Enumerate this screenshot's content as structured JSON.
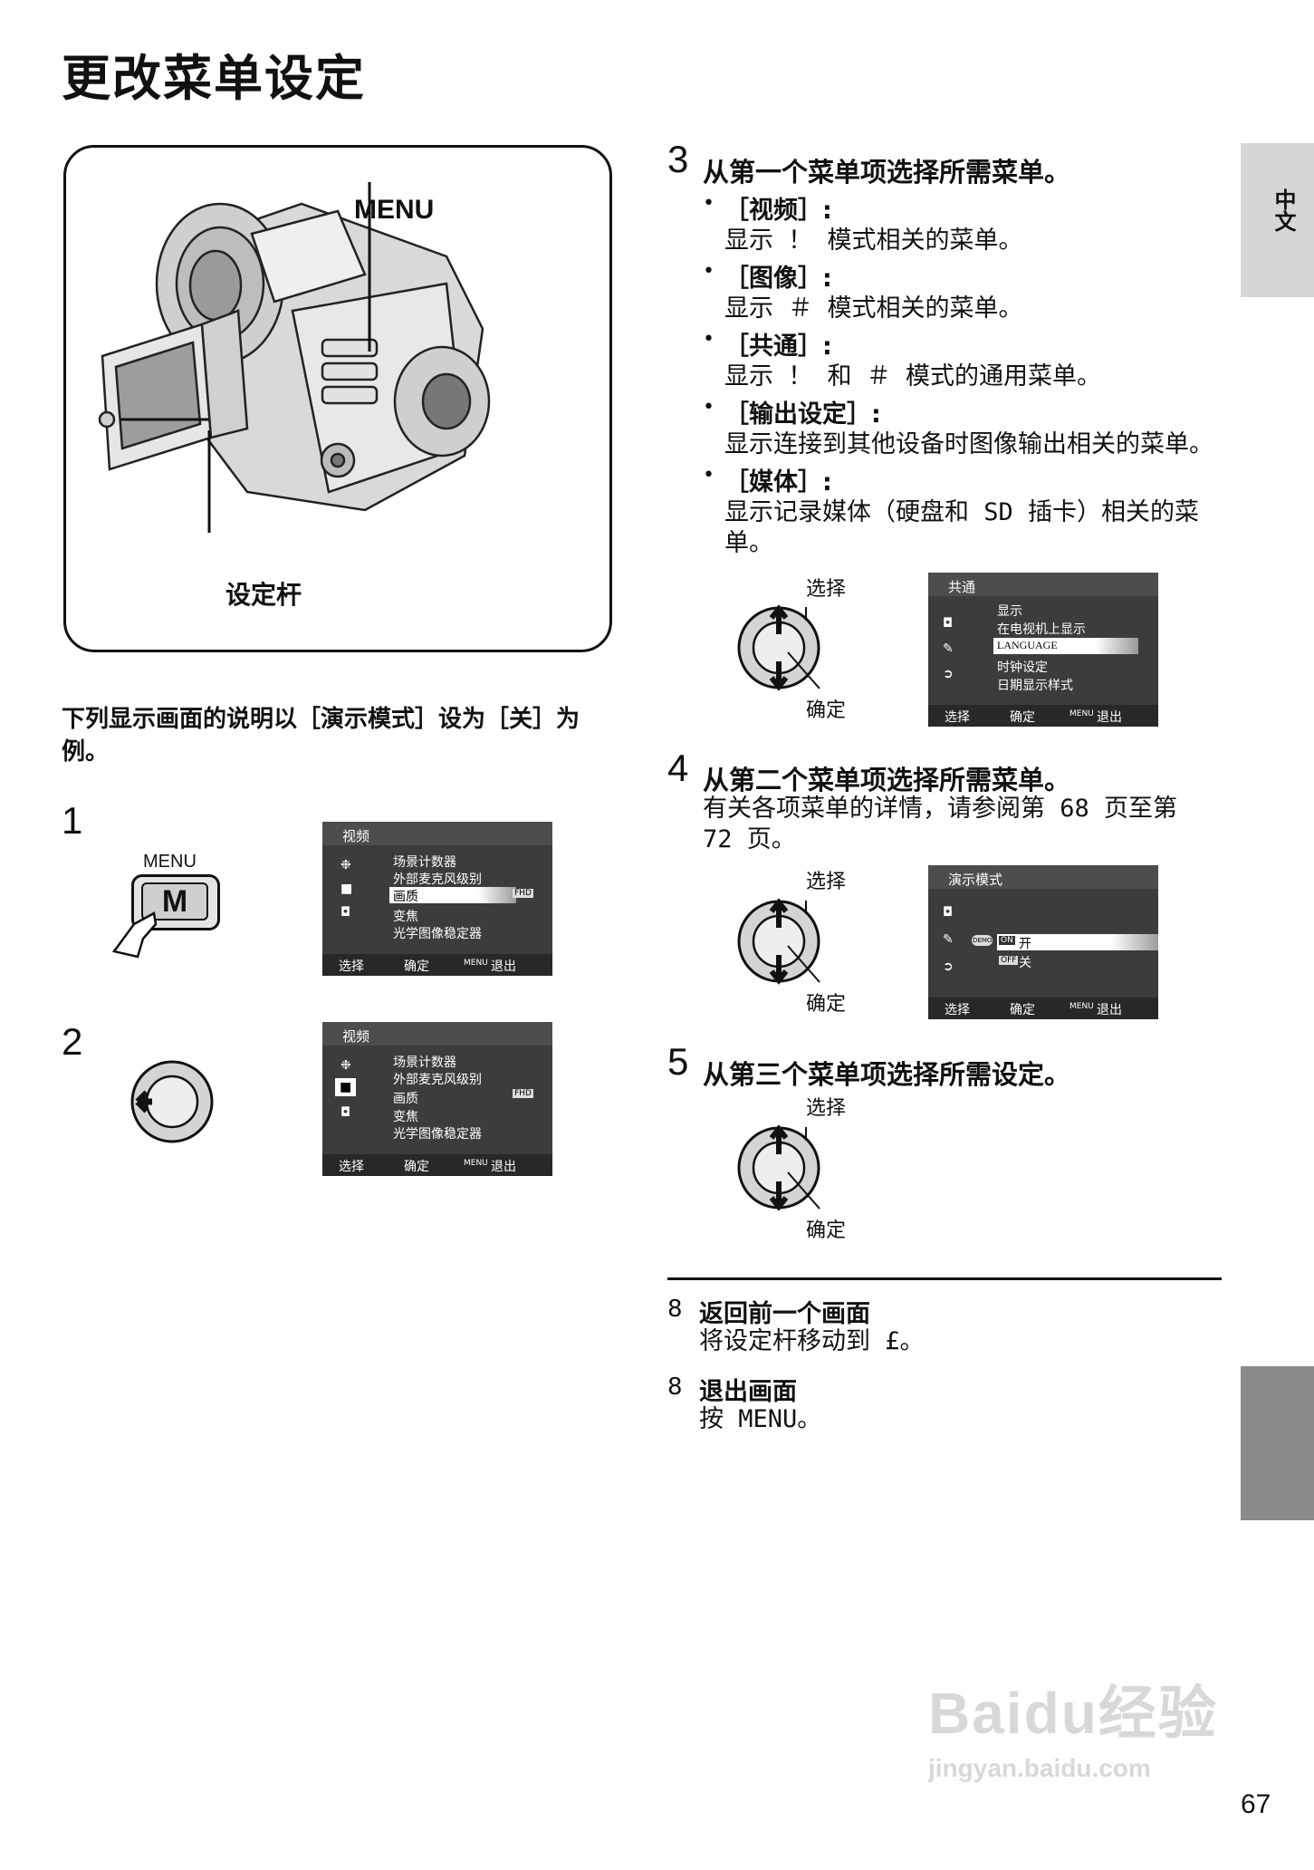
{
  "title": "更改菜单设定",
  "figure": {
    "menu_label": "MENU",
    "lever_label": "设定杆"
  },
  "intro": "下列显示画面的说明以［演示模式］设为［关］为例。",
  "steps_left": [
    {
      "num": "1",
      "button_label": "MENU",
      "button_letter": "M"
    },
    {
      "num": "2"
    }
  ],
  "video_screen": {
    "header": "视频",
    "items": [
      "场景计数器",
      "外部麦克风级别",
      "画质",
      "变焦",
      "光学图像稳定器"
    ],
    "badge": "FHD",
    "footer": {
      "select": "选择",
      "confirm": "确定",
      "menu": "MENU",
      "exit": "退出"
    }
  },
  "step3": {
    "num": "3",
    "title": "从第一个菜单项选择所需菜单。",
    "bullets": [
      {
        "title": "［视频］:",
        "text": "显示 ！ 模式相关的菜单。"
      },
      {
        "title": "［图像］:",
        "text": "显示 ＃ 模式相关的菜单。"
      },
      {
        "title": "［共通］:",
        "text": "显示 ！ 和 ＃ 模式的通用菜单。"
      },
      {
        "title": "［输出设定］:",
        "text": "显示连接到其他设备时图像输出相关的菜单。"
      },
      {
        "title": "［媒体］:",
        "text": "显示记录媒体（硬盘和 SD 插卡）相关的菜单。"
      }
    ],
    "dial": {
      "select": "选择",
      "confirm": "确定"
    },
    "screen": {
      "header": "共通",
      "items": [
        "显示",
        "在电视机上显示",
        "LANGUAGE",
        "时钟设定",
        "日期显示样式"
      ],
      "footer": {
        "select": "选择",
        "confirm": "确定",
        "menu": "MENU",
        "exit": "退出"
      }
    }
  },
  "step4": {
    "num": "4",
    "title": "从第二个菜单项选择所需菜单。",
    "text": "有关各项菜单的详情，请参阅第 68 页至第 72 页。",
    "dial": {
      "select": "选择",
      "confirm": "确定"
    },
    "screen": {
      "header": "演示模式",
      "on_tag": "ON",
      "on_label": "开",
      "off_tag": "OFF",
      "off_label": "关",
      "demo_tag": "DEMO",
      "footer": {
        "select": "选择",
        "confirm": "确定",
        "menu": "MENU",
        "exit": "退出"
      }
    }
  },
  "step5": {
    "num": "5",
    "title": "从第三个菜单项选择所需设定。",
    "dial": {
      "select": "选择",
      "confirm": "确定"
    }
  },
  "notes": [
    {
      "num": "8",
      "title": "返回前一个画面",
      "text": "将设定杆移动到 £。"
    },
    {
      "num": "8",
      "title": "退出画面",
      "text": "按 MENU。"
    }
  ],
  "side_tab": "中文",
  "page_number": "67",
  "watermark": {
    "brand": "Baidu经验",
    "url": "jingyan.baidu.com"
  }
}
